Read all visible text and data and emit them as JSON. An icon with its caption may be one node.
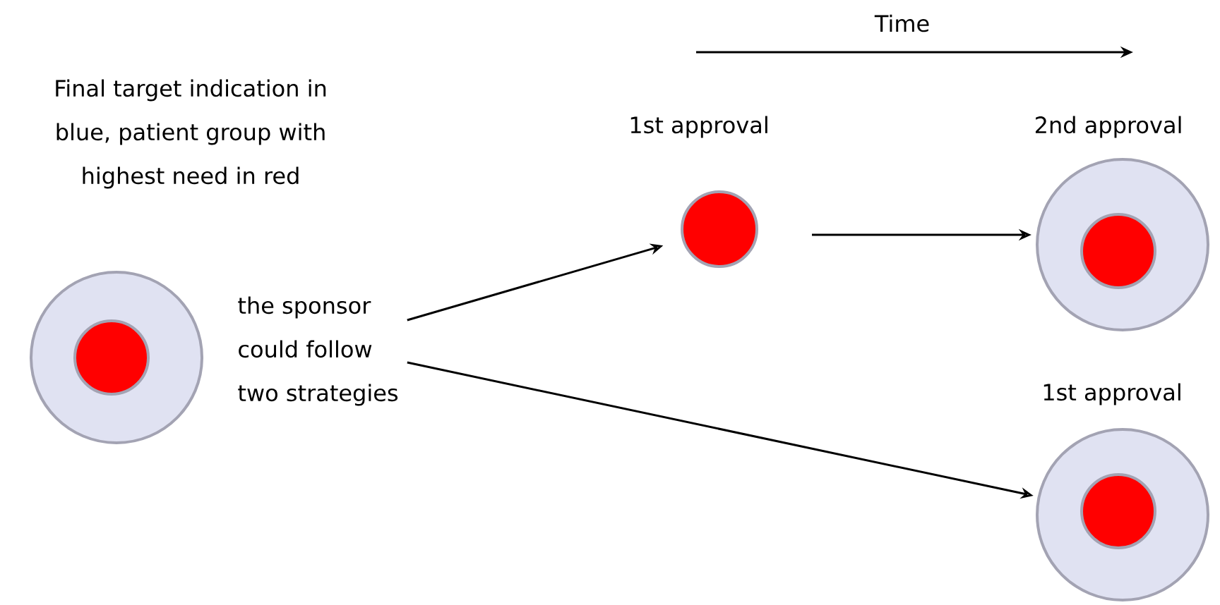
{
  "diagram": {
    "nodes": [
      {
        "text": [],
        "shape": "circle"
      },
      {
        "text": [],
        "shape": "circle",
        "in": 0
      },
      {
        "text": [
          "the sponsor could follow two strategies"
        ]
      },
      {
        "text": [
          "1st approval"
        ]
      },
      {
        "text": [
          "2nd approval"
        ]
      },
      {
        "text": [],
        "shape": "circle",
        "in": 4
      },
      {
        "text": [
          "1st approval"
        ]
      },
      {
        "text": [],
        "shape": "circle",
        "in": 6
      }
    ],
    "edges": [
      {
        "from": 2,
        "to": 3,
        "arrow": "to"
      },
      {
        "from": 3,
        "to": 4,
        "arrow": "to"
      },
      {
        "from": 2,
        "to": 6,
        "arrow": "to"
      }
    ],
    "labels": [
      "Time",
      "Final target indication in blue, patient group with highest need in red"
    ]
  }
}
